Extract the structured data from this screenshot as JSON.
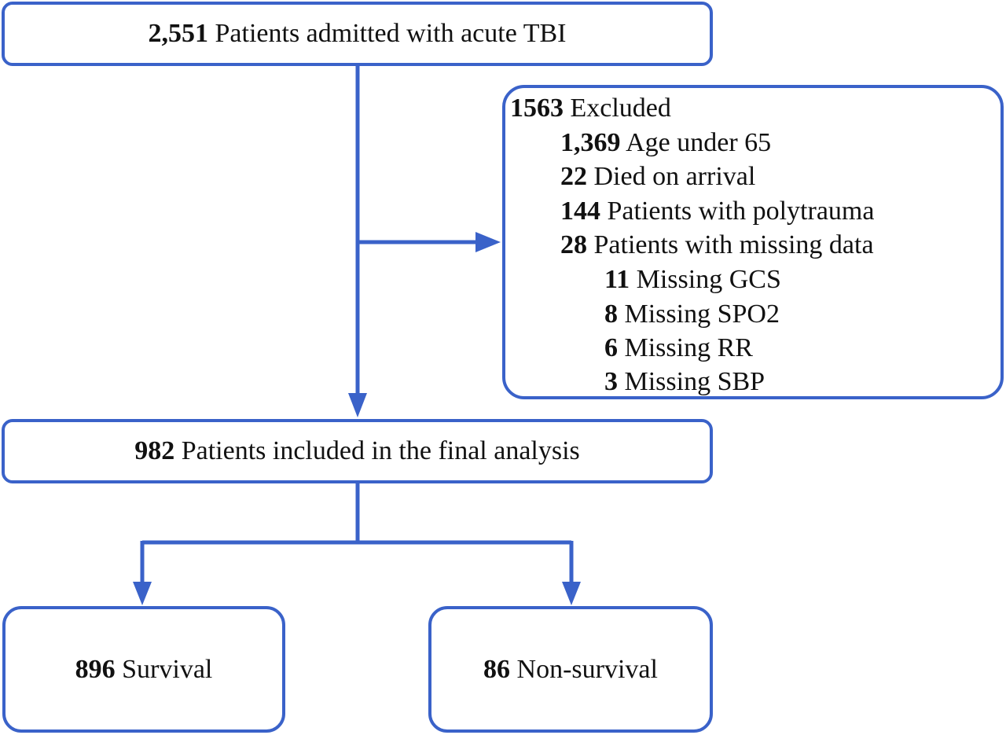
{
  "boxes": {
    "admitted": {
      "count": "2,551",
      "label": "Patients admitted with acute TBI"
    },
    "excluded": {
      "count": "1563",
      "label": "Excluded",
      "items": [
        {
          "count": "1,369",
          "label": "Age under 65"
        },
        {
          "count": "22",
          "label": "Died on arrival"
        },
        {
          "count": "144",
          "label": "Patients with polytrauma"
        },
        {
          "count": "28",
          "label": "Patients with missing data",
          "subitems": [
            {
              "count": "11",
              "label": "Missing GCS"
            },
            {
              "count": "8",
              "label": "Missing SPO2"
            },
            {
              "count": "6",
              "label": "Missing RR"
            },
            {
              "count": "3",
              "label": "Missing SBP"
            }
          ]
        }
      ]
    },
    "included": {
      "count": "982",
      "label": "Patients included in the final analysis"
    },
    "survival": {
      "count": "896",
      "label": "Survival"
    },
    "nonsurvival": {
      "count": "86",
      "label": "Non-survival"
    }
  },
  "colors": {
    "accent": "#3a62c9",
    "text": "#111111",
    "background": "#ffffff"
  }
}
